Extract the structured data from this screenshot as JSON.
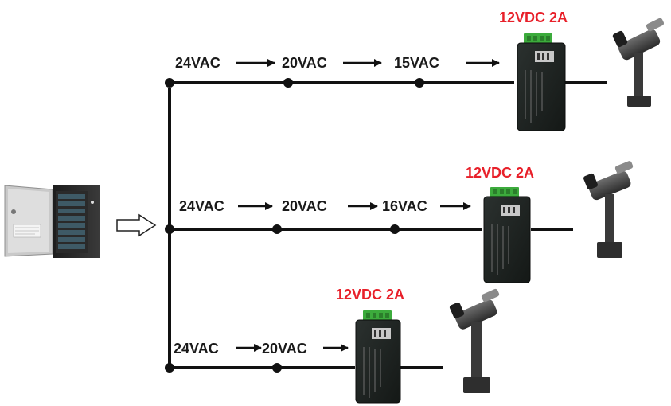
{
  "colors": {
    "line": "#111111",
    "label": "#1a1a1a",
    "output_label": "#e8202a",
    "adapter_body": "#1f2422",
    "terminal": "#3cab3c"
  },
  "icons": {
    "supply": "power-supply-enclosure",
    "adapter": "ac-dc-adapter",
    "camera": "cctv-camera",
    "connector": "hollow-arrow-right"
  },
  "rows": [
    {
      "labels": [
        "24VAC",
        "20VAC",
        "15VAC"
      ],
      "output": "12VDC 2A"
    },
    {
      "labels": [
        "24VAC",
        "20VAC",
        "16VAC"
      ],
      "output": "12VDC 2A"
    },
    {
      "labels": [
        "24VAC",
        "20VAC"
      ],
      "output": "12VDC 2A"
    }
  ]
}
